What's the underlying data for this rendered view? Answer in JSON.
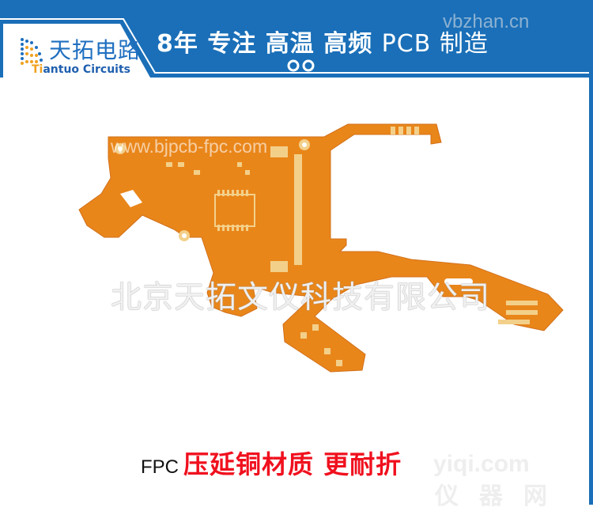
{
  "header": {
    "logo_cn": "天拓电路",
    "logo_en_first": "Ti",
    "logo_en_rest": "antuo Circuits",
    "slogan_bold": "8年 专注 高温 高频",
    "slogan_light": "PCB 制造",
    "watermark": "vbzhan.cn",
    "brand_color": "#1a6fb8"
  },
  "image": {
    "subject": "flexible-pcb",
    "url_watermark": "www.bjpcb-fpc.com",
    "company_watermark": "北京天拓文仪科技有限公司",
    "board_color": "#e9861a",
    "pad_color": "#f3d08a"
  },
  "caption": {
    "prefix": "FPC",
    "highlight": "压延铜材质 更耐折",
    "highlight_color": "#f0101e"
  },
  "site_watermark": {
    "line1": "yiqi.com",
    "line2": "仪器网"
  }
}
